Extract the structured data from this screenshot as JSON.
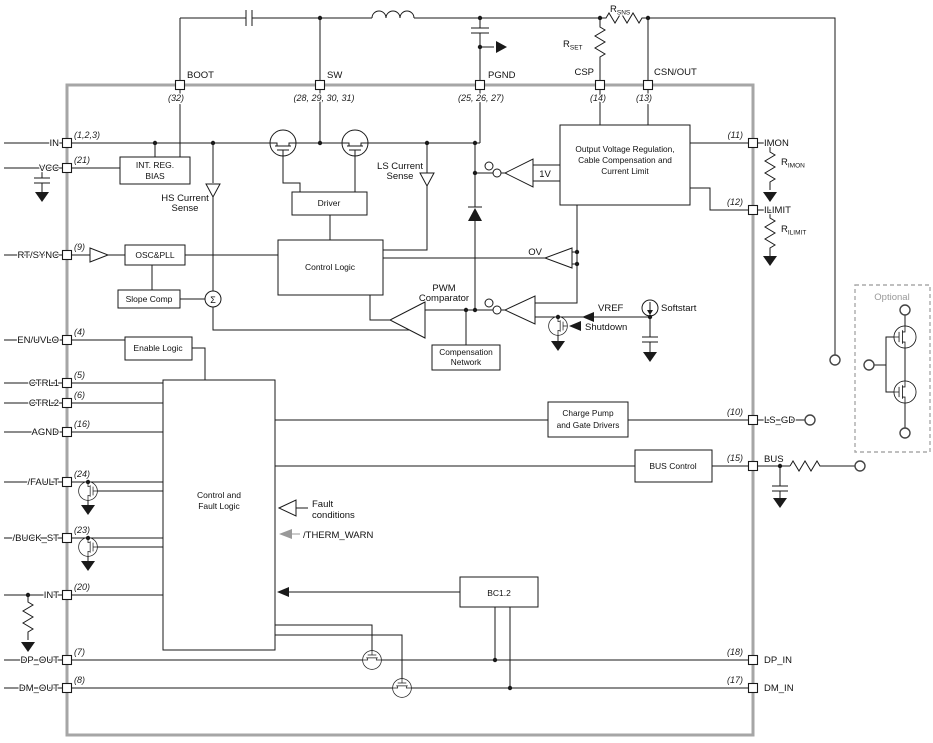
{
  "colors": {
    "ic_border": "#a6a6a6",
    "wire": "#1a1a1a",
    "optional_gray": "#999999"
  },
  "pins": {
    "top": [
      {
        "label": "BOOT",
        "num": "(32)"
      },
      {
        "label": "SW",
        "num": "(28, 29, 30, 31)"
      },
      {
        "label": "PGND",
        "num": "(25, 26, 27)"
      },
      {
        "label": "CSP",
        "num": "(14)"
      },
      {
        "label": "CSN/OUT",
        "num": "(13)"
      }
    ],
    "left": [
      {
        "label": "IN",
        "num": "(1,2,3)"
      },
      {
        "label": "VCC",
        "num": "(21)"
      },
      {
        "label": "RT/SYNC",
        "num": "(9)"
      },
      {
        "label": "EN/UVLO",
        "num": "(4)"
      },
      {
        "label": "CTRL1",
        "num": "(5)"
      },
      {
        "label": "CTRL2",
        "num": "(6)"
      },
      {
        "label": "AGND",
        "num": "(16)"
      },
      {
        "label": "/FAULT",
        "num": "(24)"
      },
      {
        "label": "/BUCK_ST",
        "num": "(23)"
      },
      {
        "label": "INT",
        "num": "(20)"
      },
      {
        "label": "DP_OUT",
        "num": "(7)"
      },
      {
        "label": "DM_OUT",
        "num": "(8)"
      }
    ],
    "right": [
      {
        "label": "IMON",
        "num": "(11)"
      },
      {
        "label": "ILIMIT",
        "num": "(12)"
      },
      {
        "label": "LS_GD",
        "num": "(10)"
      },
      {
        "label": "BUS",
        "num": "(15)"
      },
      {
        "label": "DP_IN",
        "num": "(18)"
      },
      {
        "label": "DM_IN",
        "num": "(17)"
      }
    ]
  },
  "blocks": {
    "int_reg_1": "INT. REG.",
    "int_reg_2": "BIAS",
    "osc": "OSC&PLL",
    "slope": "Slope Comp",
    "enable": "Enable Logic",
    "driver": "Driver",
    "control_logic": "Control Logic",
    "cfl_1": "Control and",
    "cfl_2": "Fault Logic",
    "comp_net_1": "Compensation",
    "comp_net_2": "Network",
    "ovr_1": "Output Voltage Regulation,",
    "ovr_2": "Cable Compensation and",
    "ovr_3": "Current Limit",
    "charge_pump_1": "Charge Pump",
    "charge_pump_2": "and Gate Drivers",
    "bus_control": "BUS Control",
    "bc12": "BC1.2"
  },
  "labels": {
    "hs_sense_1": "HS Current",
    "hs_sense_2": "Sense",
    "ls_sense_1": "LS Current",
    "ls_sense_2": "Sense",
    "pwm_1": "PWM",
    "pwm_2": "Comparator",
    "ov": "OV",
    "one_v": "1V",
    "vref": "VREF",
    "softstart": "Softstart",
    "shutdown": "Shutdown",
    "fault_1": "Fault",
    "fault_2": "conditions",
    "therm_warn": "/THERM_WARN",
    "sigma": "Σ",
    "optional": "Optional"
  },
  "resistors": {
    "rsns": {
      "base": "R",
      "sub": "SNS"
    },
    "rset": {
      "base": "R",
      "sub": "SET"
    },
    "rimon": {
      "base": "R",
      "sub": "IMON"
    },
    "rilimit": {
      "base": "R",
      "sub": "ILIMIT"
    }
  }
}
